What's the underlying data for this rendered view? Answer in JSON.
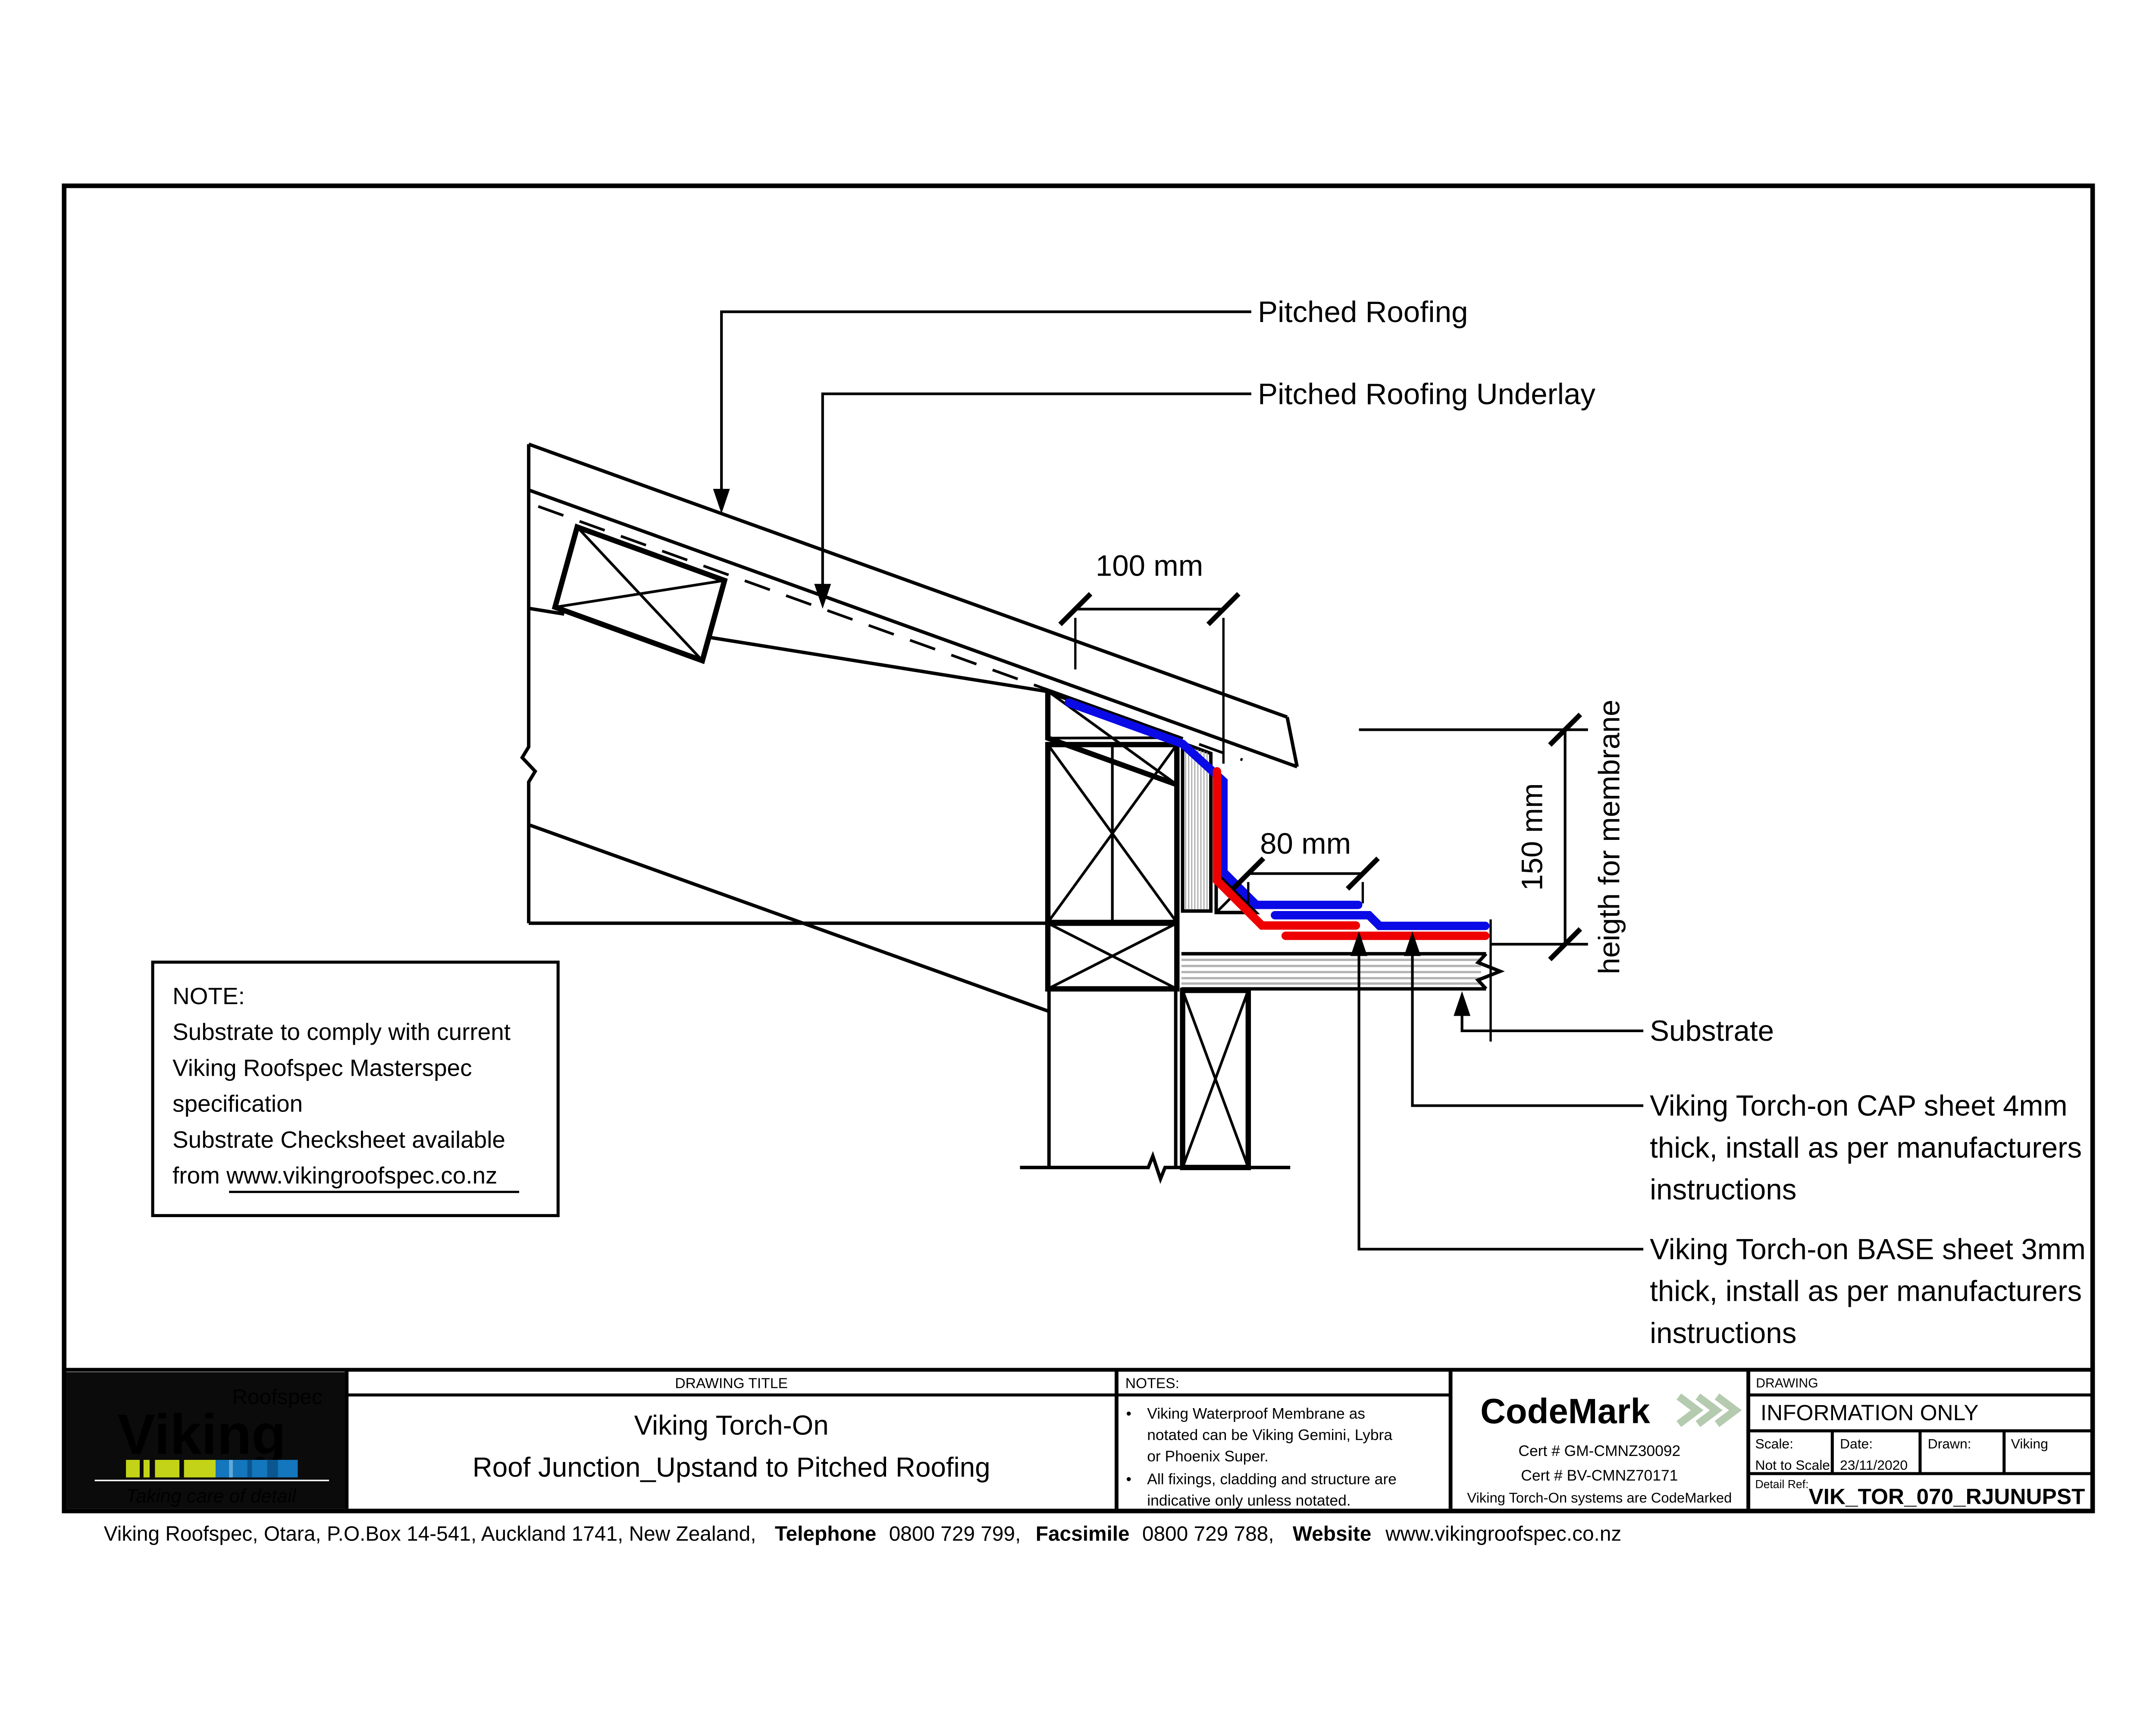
{
  "diagram": {
    "labels": {
      "pitched_roofing": "Pitched Roofing",
      "pitched_roofing_underlay": "Pitched Roofing Underlay",
      "substrate": "Substrate",
      "cap_lines": [
        "Viking Torch-on CAP sheet 4mm",
        "thick, install as per manufacturers",
        "instructions"
      ],
      "base_lines": [
        "Viking Torch-on BASE sheet 3mm",
        "thick, install as per manufacturers",
        "instructions"
      ]
    },
    "dimensions": {
      "roof_overlap": "100 mm",
      "foot_overlap": "80 mm",
      "upstand_height": "150 mm",
      "upstand_height_note": "heigth for membrane"
    },
    "note_box": {
      "title": "NOTE:",
      "lines": [
        "Substrate to comply with current",
        "Viking Roofspec Masterspec",
        "specification",
        "Substrate Checksheet available"
      ],
      "link_prefix": "from ",
      "link": "www.vikingroofspec.co.nz"
    },
    "colors": {
      "cap_sheet": "#0a0ae6",
      "base_sheet": "#ee0000"
    }
  },
  "title_block": {
    "logo": {
      "brand": "Viking",
      "sub_brand": "Roofspec",
      "tagline": "Taking care of detail",
      "lime": "#c3d418",
      "blue": "#1476bc"
    },
    "drawing_title": {
      "header": "DRAWING TITLE",
      "line1": "Viking Torch-On",
      "line2": "Roof Junction_Upstand to Pitched Roofing"
    },
    "notes": {
      "header": "NOTES:",
      "bullet": "•",
      "item1_lines": [
        "Viking Waterproof Membrane as",
        "notated can be Viking Gemini, Lybra",
        "or Phoenix Super."
      ],
      "item2_lines": [
        "All fixings, cladding and structure are",
        "indicative only unless notated."
      ]
    },
    "codemark": {
      "brand": "CodeMark",
      "navy": "#24426e",
      "sage": "#b5cbb0",
      "cert1": "Cert # GM-CMNZ30092",
      "cert2": "Cert # BV-CMNZ70171",
      "tagline": "Viking Torch-On systems are CodeMarked"
    },
    "drawing_info": {
      "header": "DRAWING",
      "status": "INFORMATION ONLY",
      "scale_label": "Scale:",
      "scale_value": "Not to Scale",
      "date_label": "Date:",
      "date_value": "23/11/2020",
      "drawn_label": "Drawn:",
      "drawn_value": "Viking",
      "detail_ref_label": "Detail Ref:",
      "detail_ref_value": "VIK_TOR_070_RJUNUPST"
    }
  },
  "footer": {
    "address": "Viking Roofspec, Otara, P.O.Box 14-541, Auckland 1741, New Zealand,",
    "telephone_label": "Telephone",
    "telephone_value": "0800 729 799,",
    "facsimile_label": "Facsimile",
    "facsimile_value": "0800 729 788,",
    "website_label": "Website",
    "website_value": "www.vikingroofspec.co.nz"
  }
}
